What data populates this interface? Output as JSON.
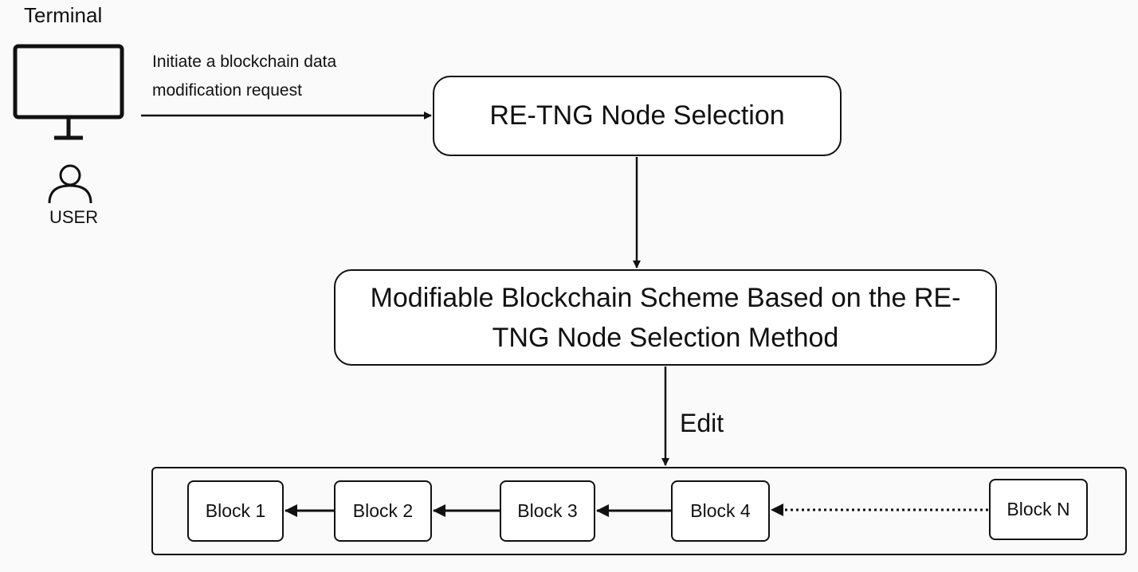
{
  "terminal": {
    "label": "Terminal",
    "icon": "monitor-icon"
  },
  "user": {
    "label": "USER",
    "icon": "user-icon"
  },
  "request": {
    "line1": "Initiate a blockchain data",
    "line2": "modification request"
  },
  "node_selection": {
    "label": "RE-TNG Node Selection"
  },
  "scheme": {
    "label": "Modifiable Blockchain Scheme Based on the RE-TNG Node Selection Method"
  },
  "edit_label": "Edit",
  "blocks": [
    {
      "label": "Block 1"
    },
    {
      "label": "Block 2"
    },
    {
      "label": "Block 3"
    },
    {
      "label": "Block 4"
    },
    {
      "label": "Block N"
    }
  ]
}
